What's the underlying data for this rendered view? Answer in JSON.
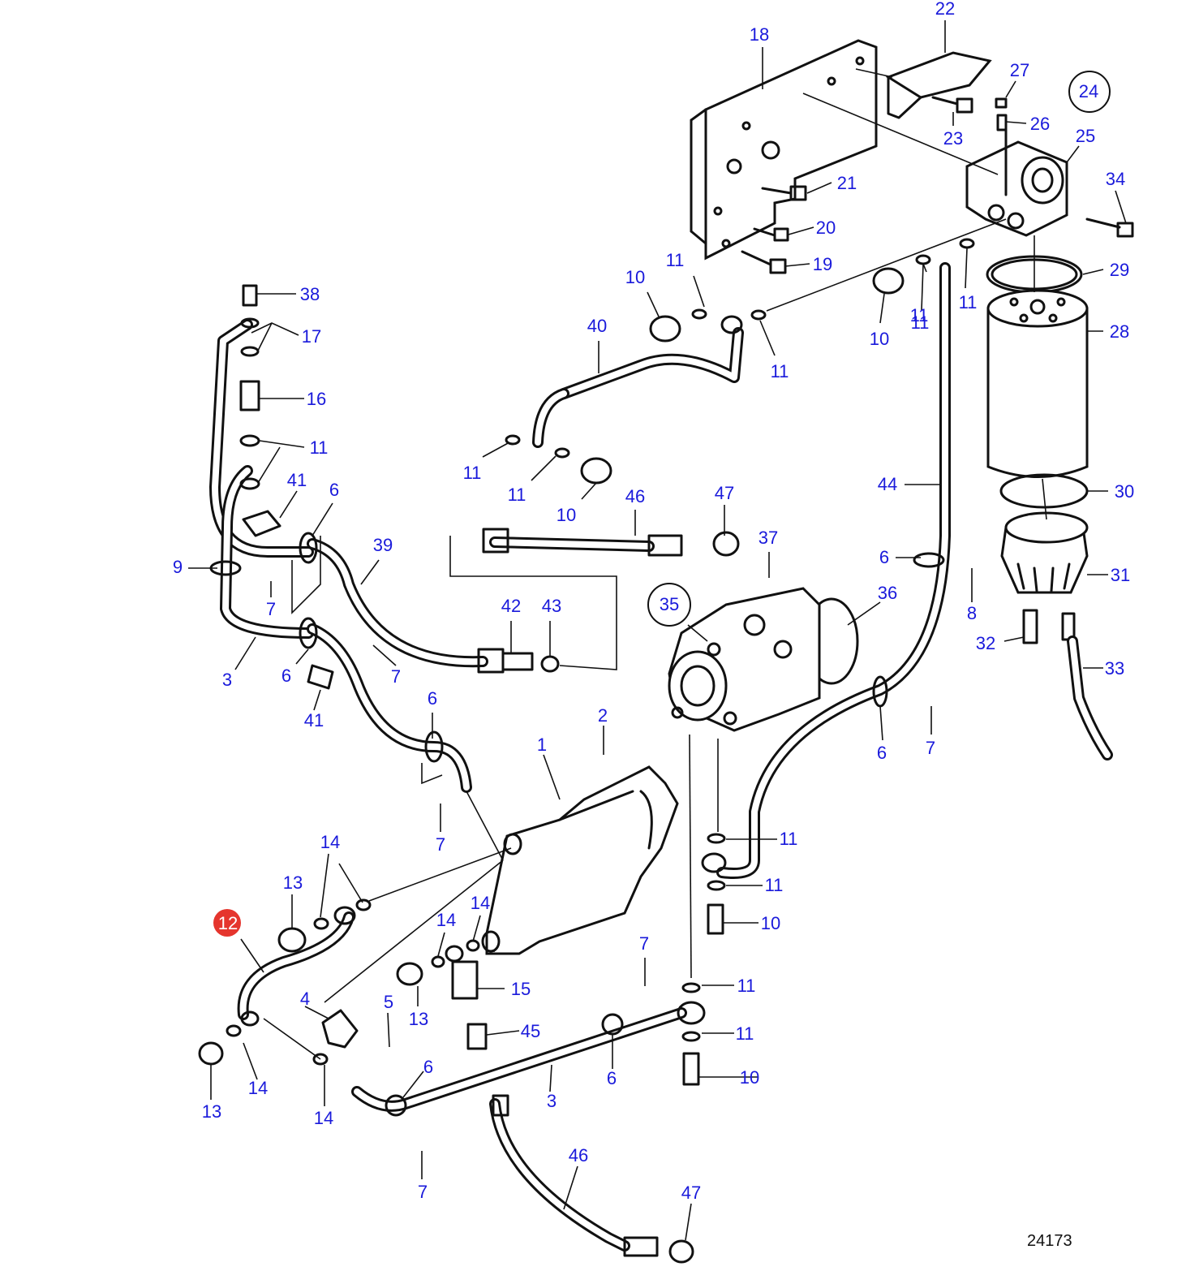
{
  "drawing_number": "24173",
  "colors": {
    "callout_text": "#1a1adb",
    "line": "#111111",
    "highlight_badge": "#e5352d",
    "background": "#ffffff"
  },
  "highlighted_callout": "12",
  "circled_callouts": [
    "24",
    "35"
  ],
  "callouts": [
    {
      "id": "c-22",
      "label": "22"
    },
    {
      "id": "c-18",
      "label": "18"
    },
    {
      "id": "c-27",
      "label": "27"
    },
    {
      "id": "c-24",
      "label": "24"
    },
    {
      "id": "c-26",
      "label": "26"
    },
    {
      "id": "c-23",
      "label": "23"
    },
    {
      "id": "c-25",
      "label": "25"
    },
    {
      "id": "c-21",
      "label": "21"
    },
    {
      "id": "c-34",
      "label": "34"
    },
    {
      "id": "c-20",
      "label": "20"
    },
    {
      "id": "c-19",
      "label": "19"
    },
    {
      "id": "c-29",
      "label": "29"
    },
    {
      "id": "c-38",
      "label": "38"
    },
    {
      "id": "c-11a",
      "label": "11"
    },
    {
      "id": "c-10a",
      "label": "10"
    },
    {
      "id": "c-11b",
      "label": "11"
    },
    {
      "id": "c-17",
      "label": "17"
    },
    {
      "id": "c-10b",
      "label": "10"
    },
    {
      "id": "c-11c",
      "label": "11"
    },
    {
      "id": "c-11d",
      "label": "11"
    },
    {
      "id": "c-40",
      "label": "40"
    },
    {
      "id": "c-28",
      "label": "28"
    },
    {
      "id": "c-11e",
      "label": "11"
    },
    {
      "id": "c-16",
      "label": "16"
    },
    {
      "id": "c-11f",
      "label": "11"
    },
    {
      "id": "c-11g",
      "label": "11"
    },
    {
      "id": "c-11h",
      "label": "11"
    },
    {
      "id": "c-41a",
      "label": "41"
    },
    {
      "id": "c-44",
      "label": "44"
    },
    {
      "id": "c-6a",
      "label": "6"
    },
    {
      "id": "c-46a",
      "label": "46"
    },
    {
      "id": "c-47a",
      "label": "47"
    },
    {
      "id": "c-10c",
      "label": "10"
    },
    {
      "id": "c-30",
      "label": "30"
    },
    {
      "id": "c-37",
      "label": "37"
    },
    {
      "id": "c-39",
      "label": "39"
    },
    {
      "id": "c-9",
      "label": "9"
    },
    {
      "id": "c-6b",
      "label": "6"
    },
    {
      "id": "c-31",
      "label": "31"
    },
    {
      "id": "c-7a",
      "label": "7"
    },
    {
      "id": "c-36",
      "label": "36"
    },
    {
      "id": "c-35",
      "label": "35"
    },
    {
      "id": "c-42",
      "label": "42"
    },
    {
      "id": "c-43",
      "label": "43"
    },
    {
      "id": "c-8",
      "label": "8"
    },
    {
      "id": "c-32",
      "label": "32"
    },
    {
      "id": "c-3a",
      "label": "3"
    },
    {
      "id": "c-6c",
      "label": "6"
    },
    {
      "id": "c-7b",
      "label": "7"
    },
    {
      "id": "c-33",
      "label": "33"
    },
    {
      "id": "c-6d",
      "label": "6"
    },
    {
      "id": "c-41b",
      "label": "41"
    },
    {
      "id": "c-2",
      "label": "2"
    },
    {
      "id": "c-7c",
      "label": "7"
    },
    {
      "id": "c-6e",
      "label": "6"
    },
    {
      "id": "c-1",
      "label": "1"
    },
    {
      "id": "c-7d",
      "label": "7"
    },
    {
      "id": "c-11i",
      "label": "11"
    },
    {
      "id": "c-14a",
      "label": "14"
    },
    {
      "id": "c-13a",
      "label": "13"
    },
    {
      "id": "c-11j",
      "label": "11"
    },
    {
      "id": "c-12",
      "label": "12"
    },
    {
      "id": "c-14b",
      "label": "14"
    },
    {
      "id": "c-10d",
      "label": "10"
    },
    {
      "id": "c-14c",
      "label": "14"
    },
    {
      "id": "c-7e",
      "label": "7"
    },
    {
      "id": "c-15",
      "label": "15"
    },
    {
      "id": "c-11k",
      "label": "11"
    },
    {
      "id": "c-4",
      "label": "4"
    },
    {
      "id": "c-5",
      "label": "5"
    },
    {
      "id": "c-13b",
      "label": "13"
    },
    {
      "id": "c-45",
      "label": "45"
    },
    {
      "id": "c-11l",
      "label": "11"
    },
    {
      "id": "c-6f",
      "label": "6"
    },
    {
      "id": "c-14d",
      "label": "14"
    },
    {
      "id": "c-6g",
      "label": "6"
    },
    {
      "id": "c-10e",
      "label": "10"
    },
    {
      "id": "c-3b",
      "label": "3"
    },
    {
      "id": "c-13c",
      "label": "13"
    },
    {
      "id": "c-14e",
      "label": "14"
    },
    {
      "id": "c-46b",
      "label": "46"
    },
    {
      "id": "c-7f",
      "label": "7"
    },
    {
      "id": "c-47b",
      "label": "47"
    }
  ]
}
